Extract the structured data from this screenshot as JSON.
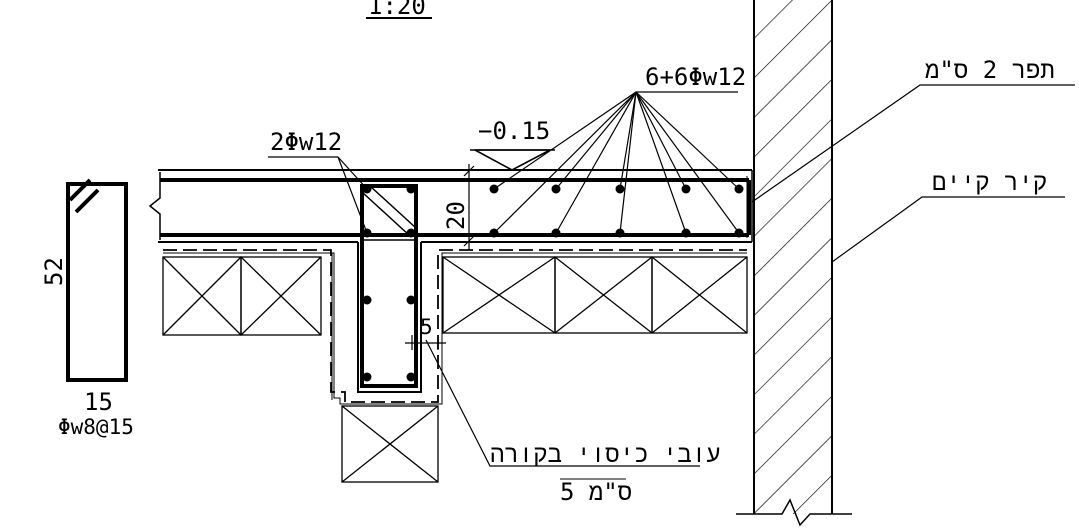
{
  "scale": "1:20",
  "beam_rebar": "2Φw12",
  "slab_rebar": "6+6Φw12",
  "level": "−0.15",
  "slab_thickness": "20",
  "cover_dim": "5",
  "stirrup_height": "52",
  "stirrup_width": "15",
  "stirrup_spec": "Φw8@15",
  "joint_note": "תפר 2 ס\"מ",
  "existing_wall": "קיר קיים",
  "cover_note_line1": "עובי כיסוי בקורה",
  "cover_note_line2": "5 ס\"מ"
}
